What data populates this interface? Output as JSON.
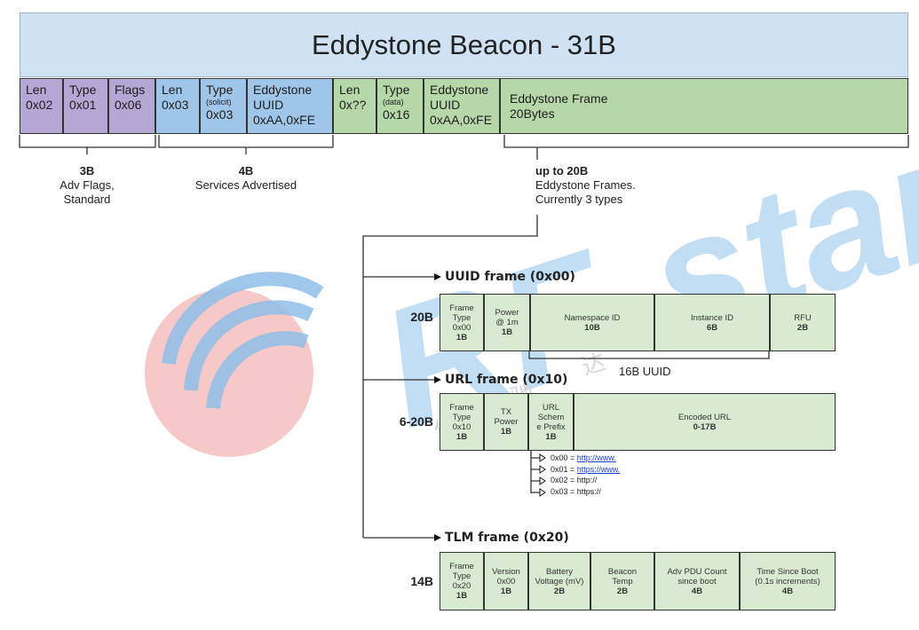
{
  "title": "Eddystone Beacon - 31B",
  "packet": {
    "flags": [
      {
        "line1": "Len",
        "line2": "0x02"
      },
      {
        "line1": "Type",
        "line2": "0x01"
      },
      {
        "line1": "Flags",
        "line2": "0x06"
      }
    ],
    "services": [
      {
        "line1": "Len",
        "line2": "0x03"
      },
      {
        "line1": "Type",
        "small": "(solicit)",
        "line2": "0x03"
      },
      {
        "line1": "Eddystone",
        "line2": "UUID",
        "line3": "0xAA,0xFE"
      }
    ],
    "data": [
      {
        "line1": "Len",
        "line2": "0x??"
      },
      {
        "line1": "Type",
        "small": "(data)",
        "line2": "0x16"
      },
      {
        "line1": "Eddystone",
        "line2": "UUID",
        "line3": "0xAA,0xFE"
      }
    ],
    "frame": {
      "line1": "Eddystone Frame",
      "line2": "20Bytes"
    }
  },
  "summaries": {
    "flags": {
      "size": "3B",
      "desc1": "Adv Flags,",
      "desc2": "Standard"
    },
    "services": {
      "size": "4B",
      "desc1": "Services Advertised"
    },
    "frame": {
      "size": "up to 20B",
      "desc1": "Eddystone Frames.",
      "desc2": "Currently 3 types"
    }
  },
  "uid": {
    "title": "UUID frame (0x00)",
    "size": "20B",
    "cells": [
      {
        "l1": "Frame",
        "l2": "Type",
        "l3": "0x00",
        "b": "1B"
      },
      {
        "l1": "Power",
        "l2": "@ 1m",
        "b": "1B"
      },
      {
        "l1": "Namespace ID",
        "b": "10B"
      },
      {
        "l1": "Instance ID",
        "b": "6B"
      },
      {
        "l1": "RFU",
        "b": "2B"
      }
    ],
    "brace_label": "16B UUID"
  },
  "url": {
    "title": "URL frame (0x10)",
    "size": "6-20B",
    "cells": [
      {
        "l1": "Frame",
        "l2": "Type",
        "l3": "0x10",
        "b": "1B"
      },
      {
        "l1": "TX",
        "l2": "Power",
        "b": "1B"
      },
      {
        "l1": "URL",
        "l2": "Schem",
        "l3": "e Prefix",
        "b": "1B"
      },
      {
        "l1": "Encoded URL",
        "b": "0-17B"
      }
    ],
    "prefixes": [
      {
        "code": "0x00 = ",
        "value": "http://www.",
        "link": true
      },
      {
        "code": "0x01 = ",
        "value": "https://www.",
        "link": true
      },
      {
        "code": "0x02 = ",
        "value": "http://",
        "link": false
      },
      {
        "code": "0x03 = ",
        "value": "https://",
        "link": false
      }
    ]
  },
  "tlm": {
    "title": "TLM frame (0x20)",
    "size": "14B",
    "cells": [
      {
        "l1": "Frame",
        "l2": "Type",
        "l3": "0x20",
        "b": "1B"
      },
      {
        "l1": "Version",
        "l2": "0x00",
        "b": "1B"
      },
      {
        "l1": "Battery",
        "l2": "Voltage (mV)",
        "b": "2B"
      },
      {
        "l1": "Beacon",
        "l2": "Temp",
        "b": "2B"
      },
      {
        "l1": "Adv PDU Count",
        "l2": "since boot",
        "b": "4B"
      },
      {
        "l1": "Time Since Boot",
        "l2": "(0.1s increments)",
        "b": "4B"
      }
    ]
  },
  "watermark": {
    "text": "RF-star",
    "cn1": "信",
    "cn2": "驰",
    "cn3": "达"
  },
  "colors": {
    "purple": "#b4a7d6",
    "blue": "#9fc5e8",
    "green": "#b6d7a8",
    "header": "#cfe2f3",
    "cell": "#d9ead3"
  }
}
